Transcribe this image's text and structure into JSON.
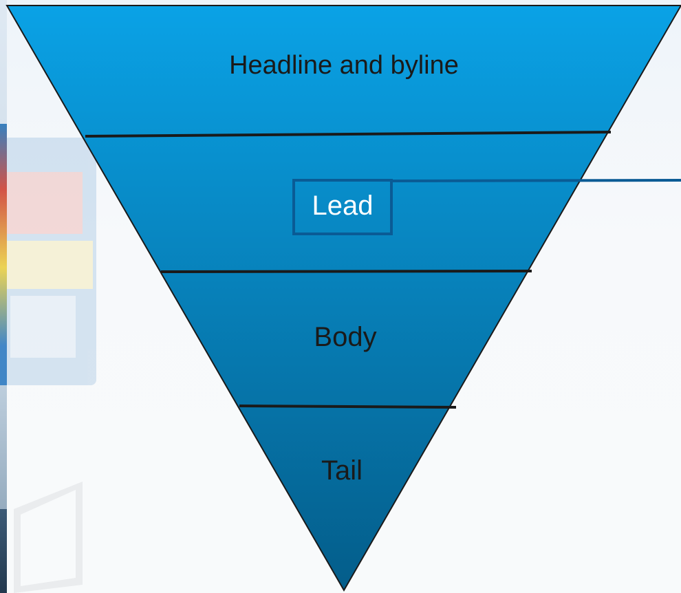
{
  "diagram": {
    "type": "inverted-pyramid",
    "layers": [
      {
        "label": "Headline and byline"
      },
      {
        "label": "Lead"
      },
      {
        "label": "Body"
      },
      {
        "label": "Tail"
      }
    ]
  },
  "colors": {
    "pyramid_top": "#0aa2e6",
    "pyramid_bottom": "#045d8a",
    "divider": "#1a1a1a",
    "callout_border": "#0a5b95",
    "label_dark": "#1a1a1a",
    "label_light": "#ffffff"
  }
}
